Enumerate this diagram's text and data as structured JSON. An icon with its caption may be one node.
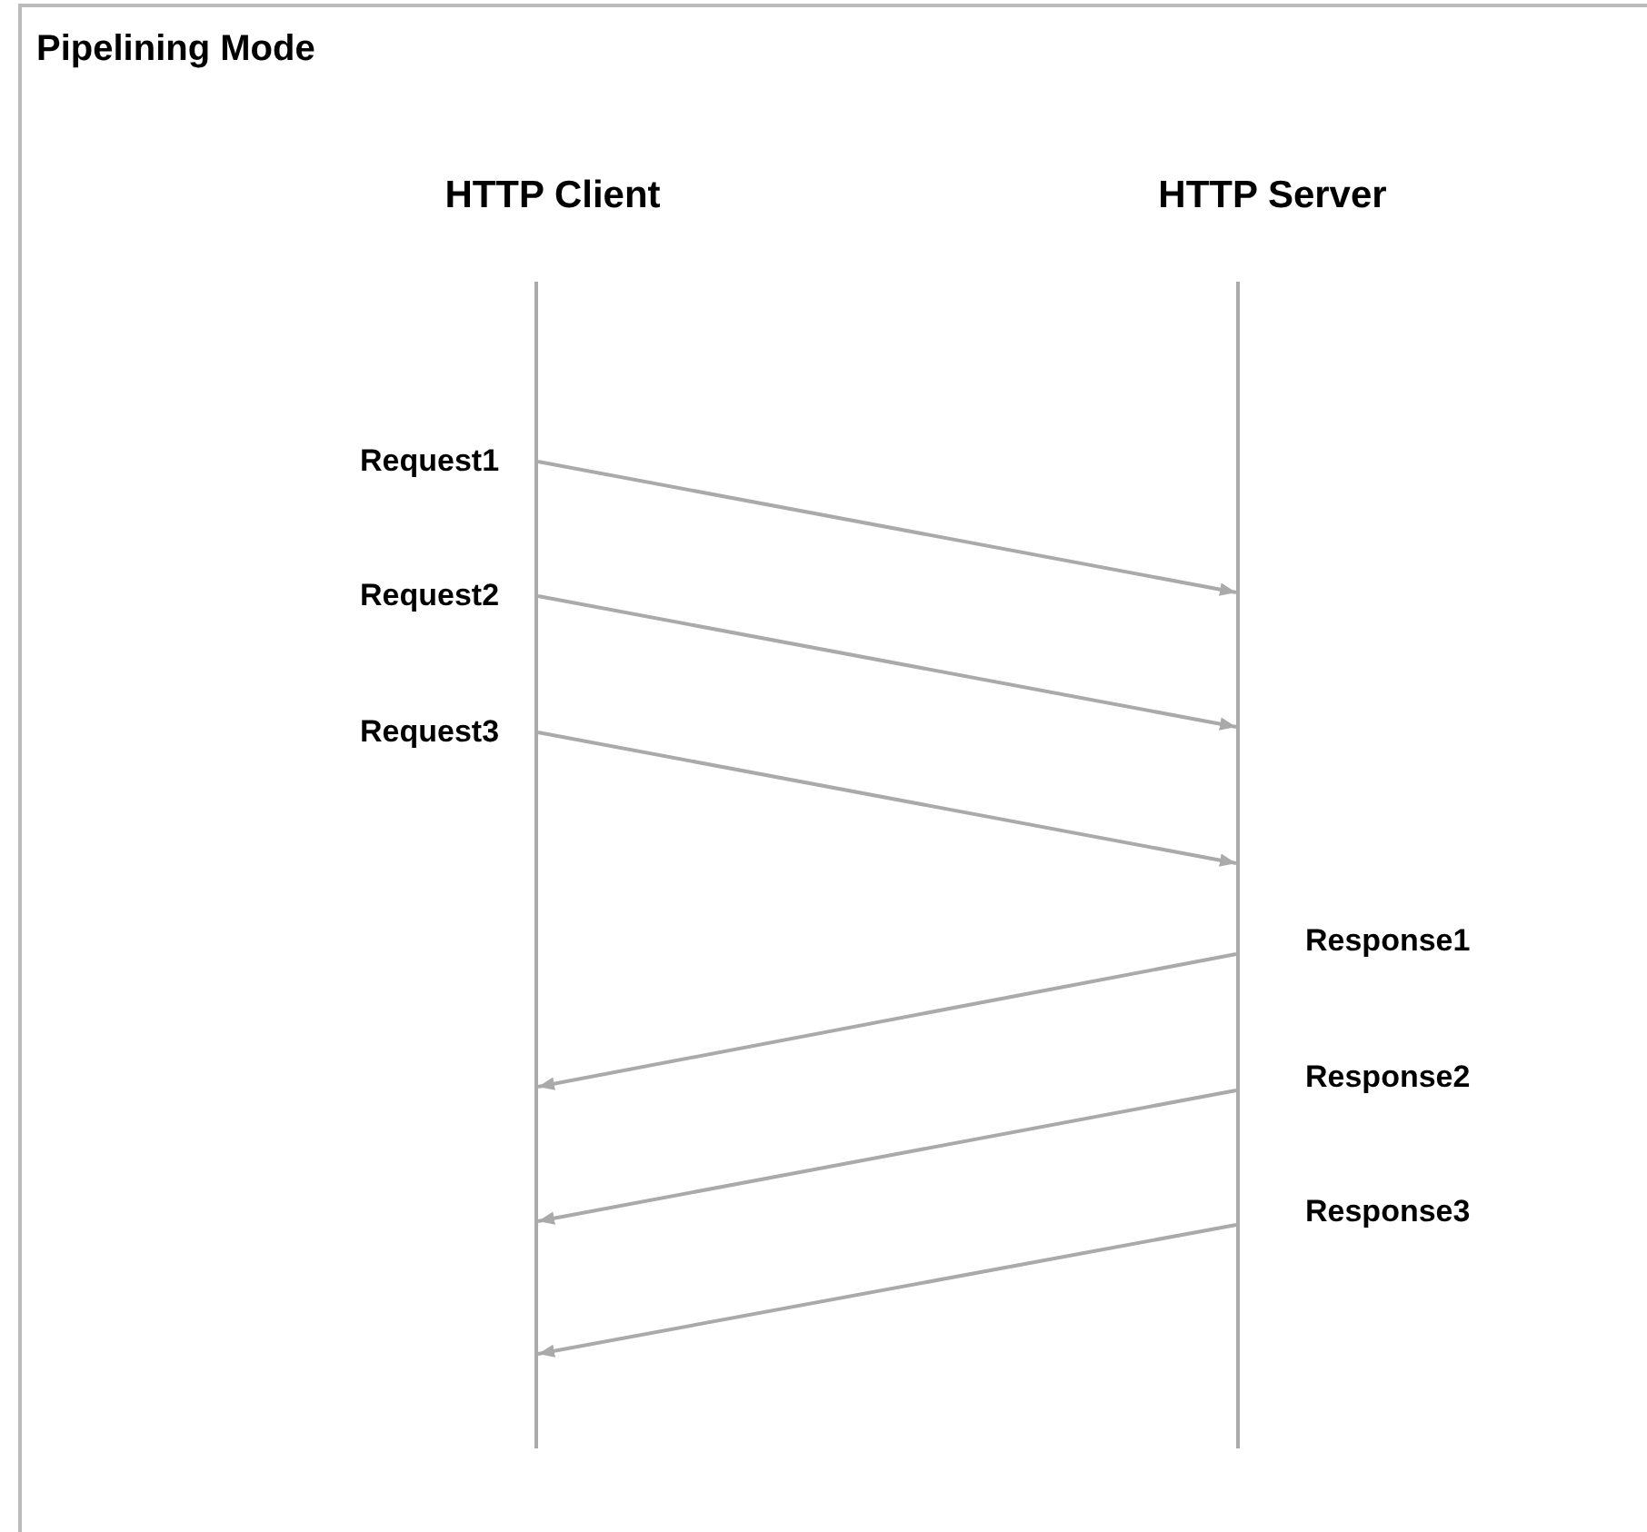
{
  "diagram": {
    "title": "Pipelining Mode",
    "nodes": [
      {
        "text": [
          "HTTP Client"
        ]
      },
      {
        "text": [
          "HTTP Server"
        ]
      }
    ],
    "edges": [
      {
        "from": 0,
        "to": 1,
        "arrow": "to",
        "label": "Request1"
      },
      {
        "from": 0,
        "to": 1,
        "arrow": "to",
        "label": "Request2"
      },
      {
        "from": 0,
        "to": 1,
        "arrow": "to",
        "label": "Request3"
      },
      {
        "from": 1,
        "to": 0,
        "arrow": "to",
        "label": "Response1"
      },
      {
        "from": 1,
        "to": 0,
        "arrow": "to",
        "label": "Response2"
      },
      {
        "from": 1,
        "to": 0,
        "arrow": "to",
        "label": "Response3"
      }
    ]
  }
}
